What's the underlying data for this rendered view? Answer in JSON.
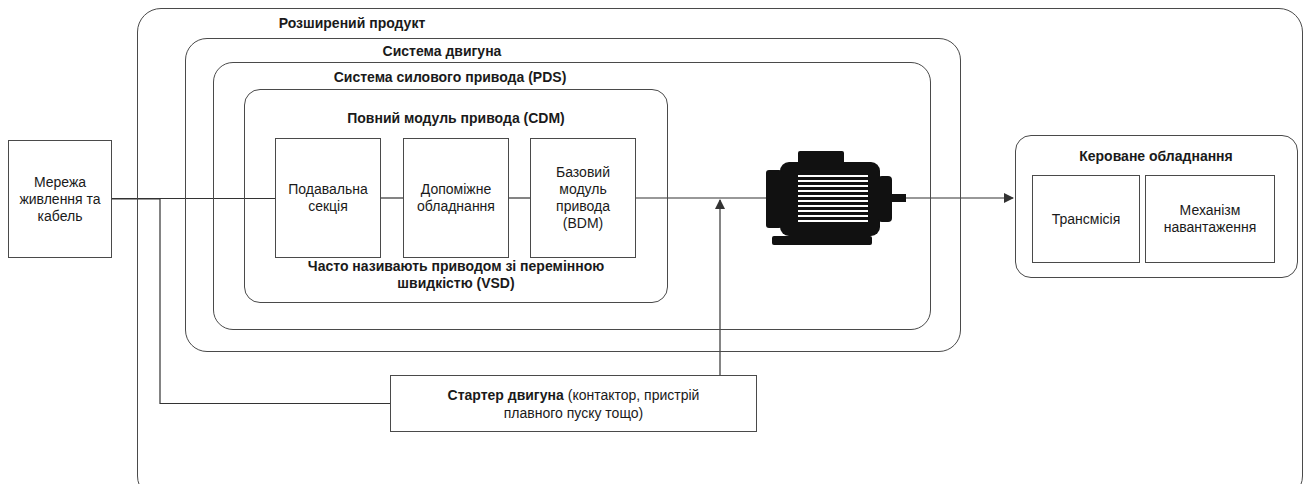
{
  "diagram": {
    "nodes": [
      {
        "text": [
          "Розширений продукт"
        ]
      },
      {
        "text": [
          "Система двигуна"
        ],
        "in": 0
      },
      {
        "text": [
          "Система силового привода (PDS)"
        ],
        "in": 1
      },
      {
        "text": [
          "Повний модуль привода (CDM)",
          "Часто називають приводом зі перемінною швидкістю (VSD)"
        ],
        "in": 2
      },
      {
        "text": [
          "Подавальна секція"
        ],
        "in": 3
      },
      {
        "text": [
          "Допоміжне обладнання"
        ],
        "in": 3
      },
      {
        "text": [
          "Базовий модуль привода (BDM)"
        ],
        "in": 3
      },
      {
        "text": [
          "Мережа живлення та кабель"
        ]
      },
      {
        "text": [
          "Стартер двигуна",
          "(контактор, пристрій плавного пуску тощо)"
        ],
        "in": 0
      },
      {
        "text": [
          "Кероване обладнання"
        ],
        "in": 0
      },
      {
        "text": [
          "Трансмісія"
        ],
        "in": 9
      },
      {
        "text": [
          "Механізм навантаження"
        ],
        "in": 9
      }
    ],
    "edges": [
      {
        "from": 7,
        "to": 4,
        "arrow": "none"
      },
      {
        "from": 4,
        "to": 5,
        "arrow": "none"
      },
      {
        "from": 5,
        "to": 6,
        "arrow": "none"
      },
      {
        "from": 7,
        "to": 8,
        "arrow": "none"
      }
    ]
  }
}
